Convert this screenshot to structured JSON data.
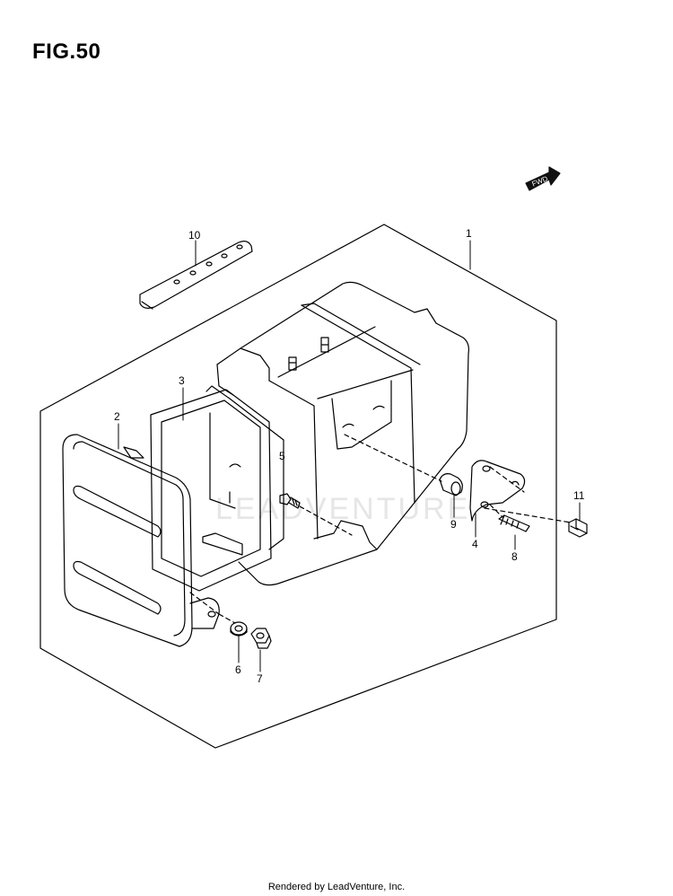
{
  "figure": {
    "title": "FIG.50"
  },
  "fwd_badge": {
    "label": "FWD"
  },
  "watermark": {
    "text": "LEADVENTURE"
  },
  "callouts": [
    {
      "id": "1",
      "label": "1"
    },
    {
      "id": "2",
      "label": "2"
    },
    {
      "id": "3",
      "label": "3"
    },
    {
      "id": "4",
      "label": "4"
    },
    {
      "id": "5",
      "label": "5"
    },
    {
      "id": "6",
      "label": "6"
    },
    {
      "id": "7",
      "label": "7"
    },
    {
      "id": "8",
      "label": "8"
    },
    {
      "id": "9",
      "label": "9"
    },
    {
      "id": "10",
      "label": "10"
    },
    {
      "id": "11",
      "label": "11"
    }
  ],
  "footer": {
    "text": "Rendered by LeadVenture, Inc."
  }
}
